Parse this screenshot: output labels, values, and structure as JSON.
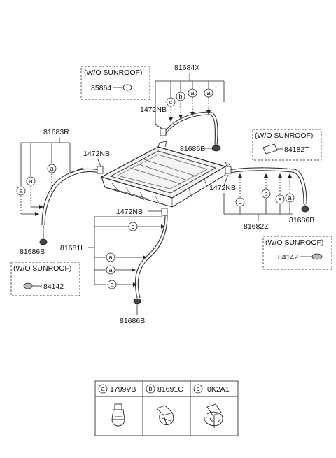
{
  "labels": {
    "p81684X": "81684X",
    "p85864": "85864",
    "p1472NB_a": "1472NB",
    "p81683R": "81683R",
    "p1472NB_b": "1472NB",
    "p81686B_a": "81686B",
    "p84182T": "84182T",
    "p1472NB_c": "1472NB",
    "p81686B_b": "81686B",
    "p81682Z": "81682Z",
    "p84142_a": "84142",
    "p1472NB_d": "1472NB",
    "p81681L": "81681L",
    "p81686B_c": "81686B",
    "p84142_b": "84142",
    "p81686B_d": "81686B"
  },
  "notes": {
    "wo_sunroof_1": "(W/O SUNROOF)",
    "wo_sunroof_2": "(W/O SUNROOF)",
    "wo_sunroof_3": "(W/O SUNROOF)",
    "wo_sunroof_4": "(W/O SUNROOF)"
  },
  "callouts": {
    "a": "a",
    "b": "b",
    "c": "c"
  },
  "legend": [
    {
      "letter": "a",
      "part": "1799VB"
    },
    {
      "letter": "b",
      "part": "81691C"
    },
    {
      "letter": "c",
      "part": "0K2A1"
    }
  ]
}
